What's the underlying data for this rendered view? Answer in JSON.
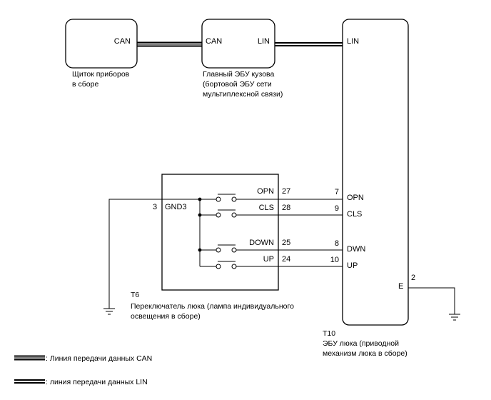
{
  "components": {
    "meter": {
      "port_can": "CAN",
      "caption": [
        "Щиток приборов",
        "в сборе"
      ]
    },
    "body_ecu": {
      "port_can": "CAN",
      "port_lin": "LIN",
      "caption": [
        "Главный ЭБУ кузова",
        "(бортовой ЭБУ сети",
        "мультиплексной связи)"
      ]
    },
    "sunroof_ecu": {
      "code": "T10",
      "port_lin": "LIN",
      "pins": [
        {
          "num": "7",
          "name": "OPN"
        },
        {
          "num": "9",
          "name": "CLS"
        },
        {
          "num": "8",
          "name": "DWN"
        },
        {
          "num": "10",
          "name": "UP"
        }
      ],
      "ground_pin": {
        "num": "2",
        "name": "E"
      },
      "caption": [
        "ЭБУ люка (приводной",
        "механизм люка в сборе)"
      ]
    },
    "switch": {
      "code": "T6",
      "gnd_pin": {
        "num": "3",
        "name": "GND3"
      },
      "pins": [
        {
          "num": "27",
          "name": "OPN"
        },
        {
          "num": "28",
          "name": "CLS"
        },
        {
          "num": "25",
          "name": "DOWN"
        },
        {
          "num": "24",
          "name": "UP"
        }
      ],
      "caption": [
        "Переключатель люка (лампа индивидуального",
        "освещения в сборе)"
      ]
    }
  },
  "legend": {
    "can": ": Линия передачи данных CAN",
    "lin": ": линия передачи данных LIN"
  }
}
